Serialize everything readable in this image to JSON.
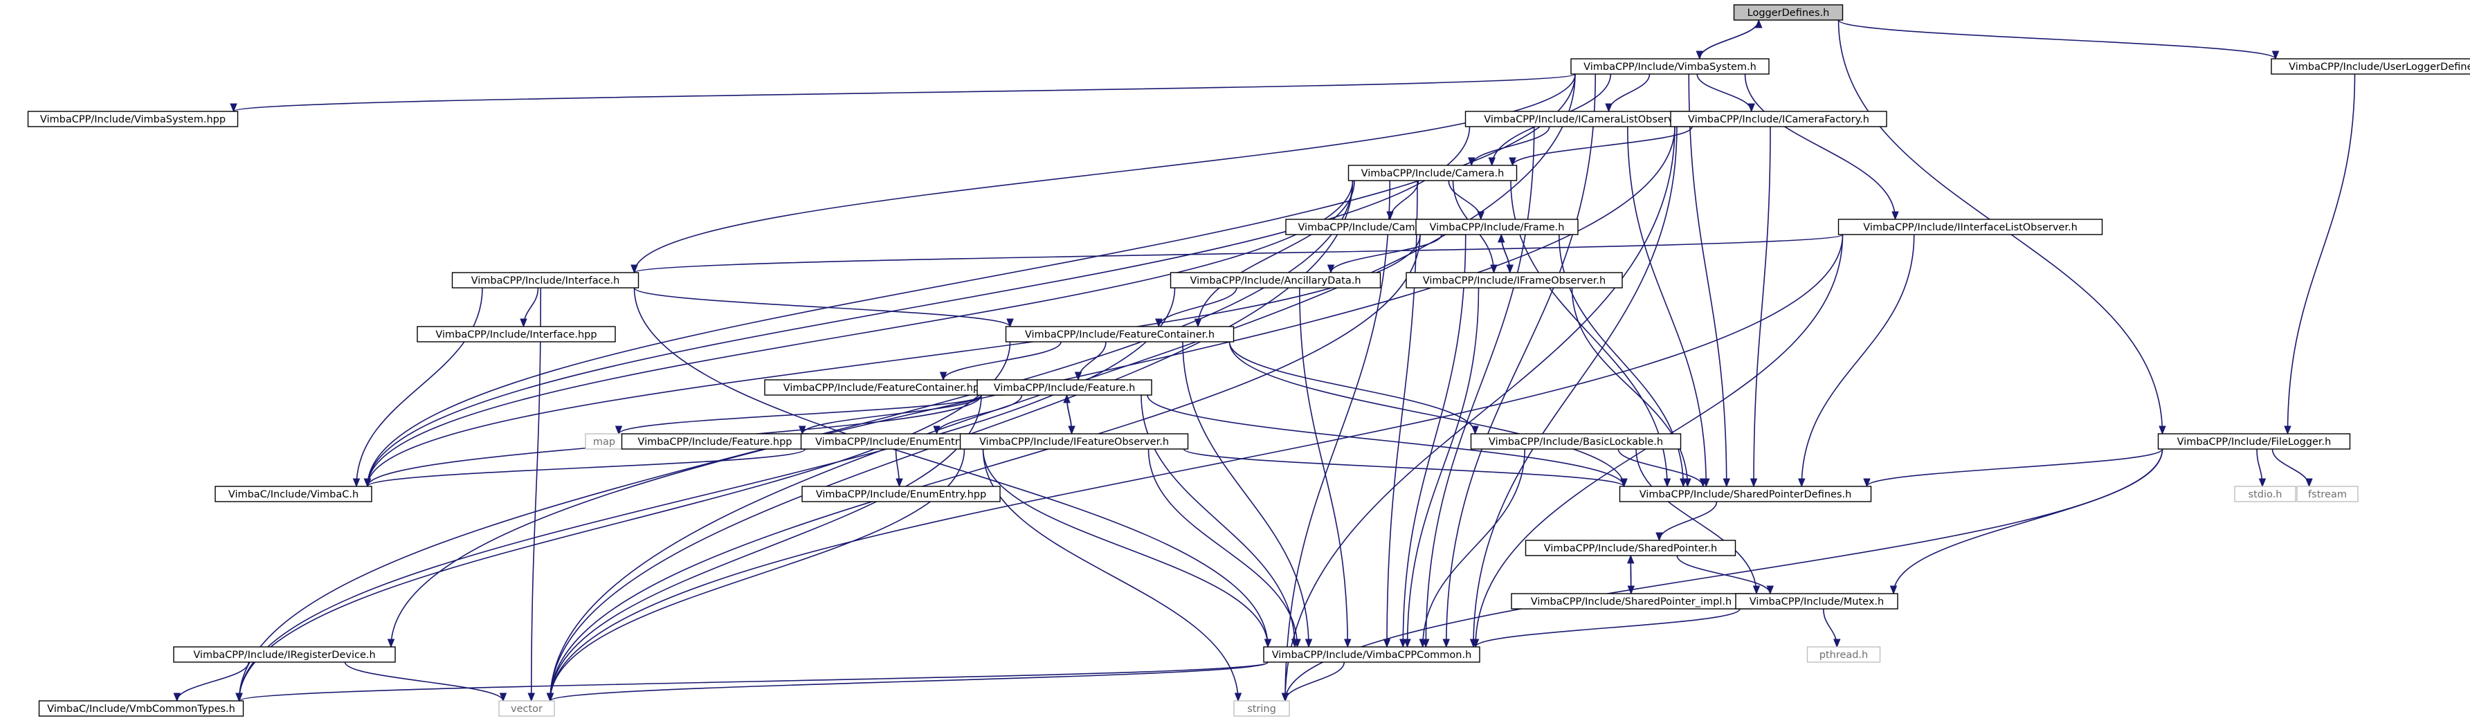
{
  "nodes": [
    {
      "id": "LoggerDefines.h",
      "label": "LoggerDefines.h"
    },
    {
      "id": "VimbaSystem.h",
      "label": "VimbaCPP/Include/VimbaSystem.h"
    },
    {
      "id": "UserLoggerDefines.h",
      "label": "VimbaCPP/Include/UserLoggerDefines.h"
    },
    {
      "id": "VimbaSystem.hpp",
      "label": "VimbaCPP/Include/VimbaSystem.hpp"
    },
    {
      "id": "CameraListObserver.h",
      "label": "VimbaCPP/Include/ICameraListObserver.h"
    },
    {
      "id": "CameraFactory.h",
      "label": "VimbaCPP/Include/ICameraFactory.h"
    },
    {
      "id": "Camera.h",
      "label": "VimbaCPP/Include/Camera.h"
    },
    {
      "id": "Camera.hpp",
      "label": "VimbaCPP/Include/Camera.hpp"
    },
    {
      "id": "Frame.h",
      "label": "VimbaCPP/Include/Frame.h"
    },
    {
      "id": "InterfaceListObserver.h",
      "label": "VimbaCPP/Include/IInterfaceListObserver.h"
    },
    {
      "id": "Interface.h",
      "label": "VimbaCPP/Include/Interface.h"
    },
    {
      "id": "Interface.hpp",
      "label": "VimbaCPP/Include/Interface.hpp"
    },
    {
      "id": "AncillaryData.h",
      "label": "VimbaCPP/Include/AncillaryData.h"
    },
    {
      "id": "FrameObserver.h",
      "label": "VimbaCPP/Include/IFrameObserver.h"
    },
    {
      "id": "FeatureContainer.h",
      "label": "VimbaCPP/Include/FeatureContainer.h"
    },
    {
      "id": "FeatureContainer.hpp",
      "label": "VimbaCPP/Include/FeatureContainer.hpp"
    },
    {
      "id": "Feature.h",
      "label": "VimbaCPP/Include/Feature.h"
    },
    {
      "id": "map",
      "label": "map",
      "external": true
    },
    {
      "id": "Feature.hpp",
      "label": "VimbaCPP/Include/Feature.hpp"
    },
    {
      "id": "EnumEntry.h",
      "label": "VimbaCPP/Include/EnumEntry.h"
    },
    {
      "id": "FeatureObserver.h",
      "label": "VimbaCPP/Include/IFeatureObserver.h"
    },
    {
      "id": "BasicLockable.h",
      "label": "VimbaCPP/Include/BasicLockable.h"
    },
    {
      "id": "FileLogger.h",
      "label": "VimbaCPP/Include/FileLogger.h"
    },
    {
      "id": "stdio.h",
      "label": "stdio.h",
      "external": true
    },
    {
      "id": "fstream",
      "label": "fstream",
      "external": true
    },
    {
      "id": "VimbaC.h",
      "label": "VimbaC/Include/VimbaC.h"
    },
    {
      "id": "EnumEntry.hpp",
      "label": "VimbaCPP/Include/EnumEntry.hpp"
    },
    {
      "id": "SharedPointerDefines.h",
      "label": "VimbaCPP/Include/SharedPointerDefines.h"
    },
    {
      "id": "SharedPointer.h",
      "label": "VimbaCPP/Include/SharedPointer.h"
    },
    {
      "id": "SharedPointer_impl.h",
      "label": "VimbaCPP/Include/SharedPointer_impl.h"
    },
    {
      "id": "Mutex.h",
      "label": "VimbaCPP/Include/Mutex.h"
    },
    {
      "id": "pthread.h",
      "label": "pthread.h",
      "external": true
    },
    {
      "id": "RegisterDevice.h",
      "label": "VimbaCPP/Include/IRegisterDevice.h"
    },
    {
      "id": "VimbaCPPCommon.h",
      "label": "VimbaCPP/Include/VimbaCPPCommon.h"
    },
    {
      "id": "VmbCommonTypes.h",
      "label": "VimbaC/Include/VmbCommonTypes.h"
    },
    {
      "id": "vector",
      "label": "vector",
      "external": true
    },
    {
      "id": "string",
      "label": "string",
      "external": true
    }
  ],
  "edges": [
    [
      "LoggerDefines.h",
      "VimbaSystem.h"
    ],
    [
      "LoggerDefines.h",
      "UserLoggerDefines.h"
    ],
    [
      "LoggerDefines.h",
      "FileLogger.h"
    ],
    [
      "UserLoggerDefines.h",
      "FileLogger.h"
    ],
    [
      "VimbaSystem.h",
      "LoggerDefines.h"
    ],
    [
      "VimbaSystem.h",
      "VimbaSystem.hpp"
    ],
    [
      "VimbaSystem.h",
      "CameraListObserver.h"
    ],
    [
      "VimbaSystem.h",
      "CameraFactory.h"
    ],
    [
      "VimbaSystem.h",
      "Camera.h"
    ],
    [
      "VimbaSystem.h",
      "Interface.h"
    ],
    [
      "VimbaSystem.h",
      "InterfaceListObserver.h"
    ],
    [
      "VimbaSystem.h",
      "VimbaC.h"
    ],
    [
      "VimbaSystem.h",
      "SharedPointerDefines.h"
    ],
    [
      "VimbaSystem.h",
      "VimbaCPPCommon.h"
    ],
    [
      "VimbaSystem.h",
      "vector"
    ],
    [
      "CameraListObserver.h",
      "Camera.h"
    ],
    [
      "CameraListObserver.h",
      "SharedPointerDefines.h"
    ],
    [
      "CameraListObserver.h",
      "VimbaCPPCommon.h"
    ],
    [
      "CameraListObserver.h",
      "VimbaC.h"
    ],
    [
      "CameraFactory.h",
      "Camera.h"
    ],
    [
      "CameraFactory.h",
      "SharedPointerDefines.h"
    ],
    [
      "CameraFactory.h",
      "VimbaCPPCommon.h"
    ],
    [
      "CameraFactory.h",
      "RegisterDevice.h"
    ],
    [
      "CameraFactory.h",
      "string"
    ],
    [
      "Camera.h",
      "Camera.hpp"
    ],
    [
      "Camera.h",
      "Frame.h"
    ],
    [
      "Camera.h",
      "FrameObserver.h"
    ],
    [
      "Camera.h",
      "FeatureContainer.h"
    ],
    [
      "Camera.h",
      "SharedPointerDefines.h"
    ],
    [
      "Camera.h",
      "VimbaCPPCommon.h"
    ],
    [
      "Camera.h",
      "VimbaC.h"
    ],
    [
      "Camera.h",
      "VmbCommonTypes.h"
    ],
    [
      "Camera.h",
      "vector"
    ],
    [
      "Camera.h",
      "string"
    ],
    [
      "Frame.h",
      "AncillaryData.h"
    ],
    [
      "Frame.h",
      "FrameObserver.h"
    ],
    [
      "Frame.h",
      "SharedPointerDefines.h"
    ],
    [
      "Frame.h",
      "VimbaCPPCommon.h"
    ],
    [
      "Frame.h",
      "VimbaC.h"
    ],
    [
      "Frame.h",
      "vector"
    ],
    [
      "FrameObserver.h",
      "Frame.h"
    ],
    [
      "FrameObserver.h",
      "SharedPointerDefines.h"
    ],
    [
      "FrameObserver.h",
      "VimbaCPPCommon.h"
    ],
    [
      "InterfaceListObserver.h",
      "Interface.h"
    ],
    [
      "InterfaceListObserver.h",
      "SharedPointerDefines.h"
    ],
    [
      "InterfaceListObserver.h",
      "VimbaCPPCommon.h"
    ],
    [
      "InterfaceListObserver.h",
      "vector"
    ],
    [
      "Interface.h",
      "Interface.hpp"
    ],
    [
      "Interface.h",
      "FeatureContainer.h"
    ],
    [
      "Interface.h",
      "VimbaC.h"
    ],
    [
      "Interface.h",
      "VimbaCPPCommon.h"
    ],
    [
      "Interface.h",
      "vector"
    ],
    [
      "AncillaryData.h",
      "FeatureContainer.h"
    ],
    [
      "AncillaryData.h",
      "VimbaCPPCommon.h"
    ],
    [
      "AncillaryData.h",
      "VmbCommonTypes.h"
    ],
    [
      "FeatureContainer.h",
      "FeatureContainer.hpp"
    ],
    [
      "FeatureContainer.h",
      "Feature.h"
    ],
    [
      "FeatureContainer.h",
      "BasicLockable.h"
    ],
    [
      "FeatureContainer.h",
      "SharedPointerDefines.h"
    ],
    [
      "FeatureContainer.h",
      "VimbaCPPCommon.h"
    ],
    [
      "FeatureContainer.h",
      "VmbCommonTypes.h"
    ],
    [
      "Feature.h",
      "map"
    ],
    [
      "Feature.h",
      "Feature.hpp"
    ],
    [
      "Feature.h",
      "EnumEntry.h"
    ],
    [
      "Feature.h",
      "FeatureObserver.h"
    ],
    [
      "Feature.h",
      "SharedPointerDefines.h"
    ],
    [
      "Feature.h",
      "VimbaCPPCommon.h"
    ],
    [
      "Feature.h",
      "VimbaC.h"
    ],
    [
      "Feature.h",
      "vector"
    ],
    [
      "FeatureObserver.h",
      "Feature.h"
    ],
    [
      "FeatureObserver.h",
      "SharedPointerDefines.h"
    ],
    [
      "FeatureObserver.h",
      "VimbaCPPCommon.h"
    ],
    [
      "FeatureObserver.h",
      "vector"
    ],
    [
      "EnumEntry.h",
      "EnumEntry.hpp"
    ],
    [
      "EnumEntry.h",
      "VimbaC.h"
    ],
    [
      "EnumEntry.h",
      "VimbaCPPCommon.h"
    ],
    [
      "EnumEntry.h",
      "string"
    ],
    [
      "BasicLockable.h",
      "SharedPointerDefines.h"
    ],
    [
      "BasicLockable.h",
      "VimbaCPPCommon.h"
    ],
    [
      "BasicLockable.h",
      "Mutex.h"
    ],
    [
      "FileLogger.h",
      "SharedPointerDefines.h"
    ],
    [
      "FileLogger.h",
      "Mutex.h"
    ],
    [
      "FileLogger.h",
      "stdio.h"
    ],
    [
      "FileLogger.h",
      "fstream"
    ],
    [
      "FileLogger.h",
      "string"
    ],
    [
      "SharedPointerDefines.h",
      "SharedPointer.h"
    ],
    [
      "SharedPointer.h",
      "SharedPointer_impl.h"
    ],
    [
      "SharedPointer.h",
      "Mutex.h"
    ],
    [
      "SharedPointer_impl.h",
      "SharedPointer.h"
    ],
    [
      "Mutex.h",
      "VimbaCPPCommon.h"
    ],
    [
      "Mutex.h",
      "pthread.h"
    ],
    [
      "RegisterDevice.h",
      "VmbCommonTypes.h"
    ],
    [
      "RegisterDevice.h",
      "vector"
    ],
    [
      "VimbaCPPCommon.h",
      "VmbCommonTypes.h"
    ],
    [
      "VimbaCPPCommon.h",
      "vector"
    ],
    [
      "VimbaCPPCommon.h",
      "string"
    ]
  ]
}
